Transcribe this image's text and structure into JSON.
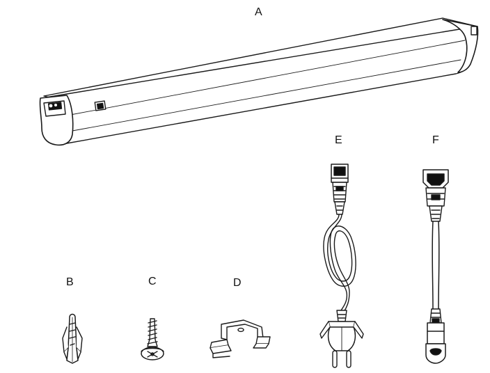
{
  "labels": {
    "a": "A",
    "b": "B",
    "c": "C",
    "d": "D",
    "e": "E",
    "f": "F"
  },
  "parts": [
    {
      "id": "A",
      "icon": "led-tube-fixture-icon"
    },
    {
      "id": "B",
      "icon": "wall-plug-anchor-icon"
    },
    {
      "id": "C",
      "icon": "screw-icon"
    },
    {
      "id": "D",
      "icon": "mounting-clip-icon"
    },
    {
      "id": "E",
      "icon": "power-cord-plug-icon"
    },
    {
      "id": "F",
      "icon": "connector-cable-icon"
    }
  ],
  "colors": {
    "line": "#1a1a1a",
    "background": "#ffffff",
    "dark_fill": "#111111"
  }
}
